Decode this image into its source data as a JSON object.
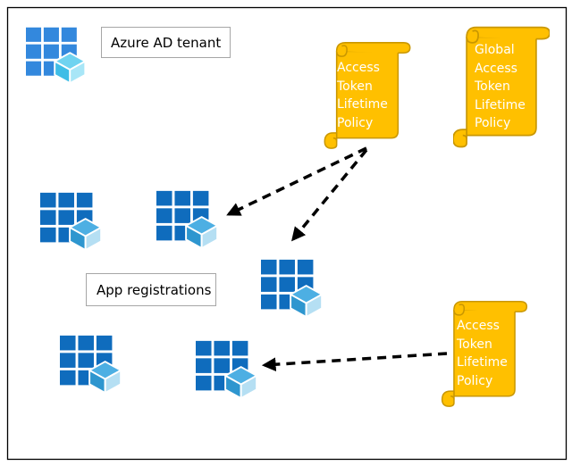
{
  "tenant": {
    "label": "Azure AD tenant"
  },
  "app_registrations": {
    "label": "App registrations"
  },
  "policies": [
    {
      "lines": [
        "Access",
        "Token",
        "Lifetime",
        "Policy"
      ]
    },
    {
      "lines": [
        "Global",
        "Access",
        "Token",
        "Lifetime",
        "Policy"
      ]
    },
    {
      "lines": [
        "Access",
        "Token",
        "Lifetime",
        "Policy"
      ]
    }
  ],
  "colors": {
    "scroll_fill": "#FFC000",
    "scroll_stroke": "#D9A300",
    "tile_blue": "#0F6CBD",
    "tile_blue_tenant": "#2F80D8",
    "cube_top": "#5CB8E8",
    "cube_left": "#2FA3D6",
    "cube_right": "#A8D8F0",
    "arrow": "#000000",
    "frame": "#000000"
  },
  "icons": {
    "tenant": "azure-ad-tenant-icon",
    "app": "app-registration-icon",
    "policy": "policy-scroll-icon"
  }
}
